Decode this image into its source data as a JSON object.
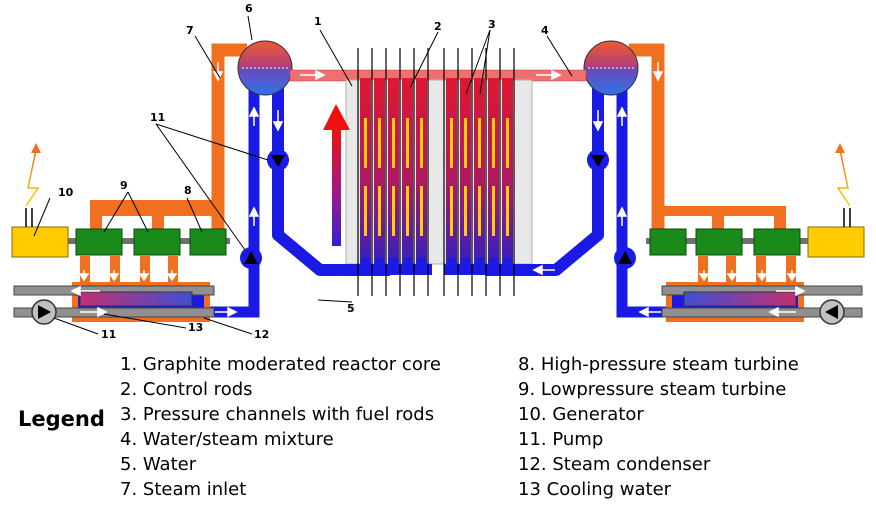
{
  "callouts": [
    "1",
    "2",
    "3",
    "4",
    "5",
    "6",
    "7",
    "8",
    "9",
    "10",
    "11",
    "11",
    "12",
    "13"
  ],
  "legend": {
    "title": "Legend",
    "left_items": [
      "1. Graphite moderated reactor core",
      "2. Control rods",
      "3. Pressure channels with fuel rods",
      "4. Water/steam mixture",
      "5. Water",
      "7. Steam inlet"
    ],
    "right_items": [
      "8. High-pressure steam turbine",
      "9. Lowpressure steam turbine",
      "10. Generator",
      "11. Pump",
      "12. Steam condenser",
      "13 Cooling water"
    ]
  },
  "colors": {
    "water": "#1a1ae6",
    "steam": "#f07020",
    "mixture": "#f07070",
    "turbine": "#1a8a1a",
    "generator": "#ffcc00",
    "cooling_water": "#909090",
    "hot_arrow": "#e82020"
  }
}
